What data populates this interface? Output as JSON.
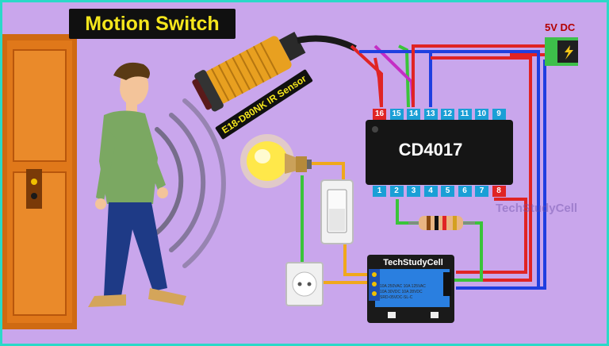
{
  "title": "Motion Switch",
  "power_label": "5V DC",
  "sensor_label": "E18-D80NK IR Sensor",
  "ic_label": "CD4017",
  "ic_top_pins": [
    "16",
    "15",
    "14",
    "13",
    "12",
    "11",
    "10",
    "9"
  ],
  "ic_bottom_pins": [
    "1",
    "2",
    "3",
    "4",
    "5",
    "6",
    "7",
    "8"
  ],
  "relay_brand": "TechStudyCell",
  "relay_spec": [
    "10A 250VAC  10A 125VAC",
    "10A 30VDC  10A 28VDC",
    "SRD-05VDC-SL-C"
  ],
  "watermark": "TechStudyCell",
  "colors": {
    "background": "#c9a6ec",
    "border": "#2ad9c8",
    "title_bg": "#101010",
    "title_text": "#f5e61c",
    "wire_red": "#e02424",
    "wire_blue": "#1f3fe0",
    "wire_green": "#3ac43a",
    "wire_orange": "#f0a81c",
    "wire_magenta": "#c42ec4",
    "ic_pin_blue": "#1a9fd6"
  },
  "icons": [
    "door",
    "person",
    "ir-sensor",
    "motion-waves",
    "light-bulb",
    "wall-switch",
    "wall-socket",
    "resistor",
    "relay-module",
    "dc-jack"
  ]
}
